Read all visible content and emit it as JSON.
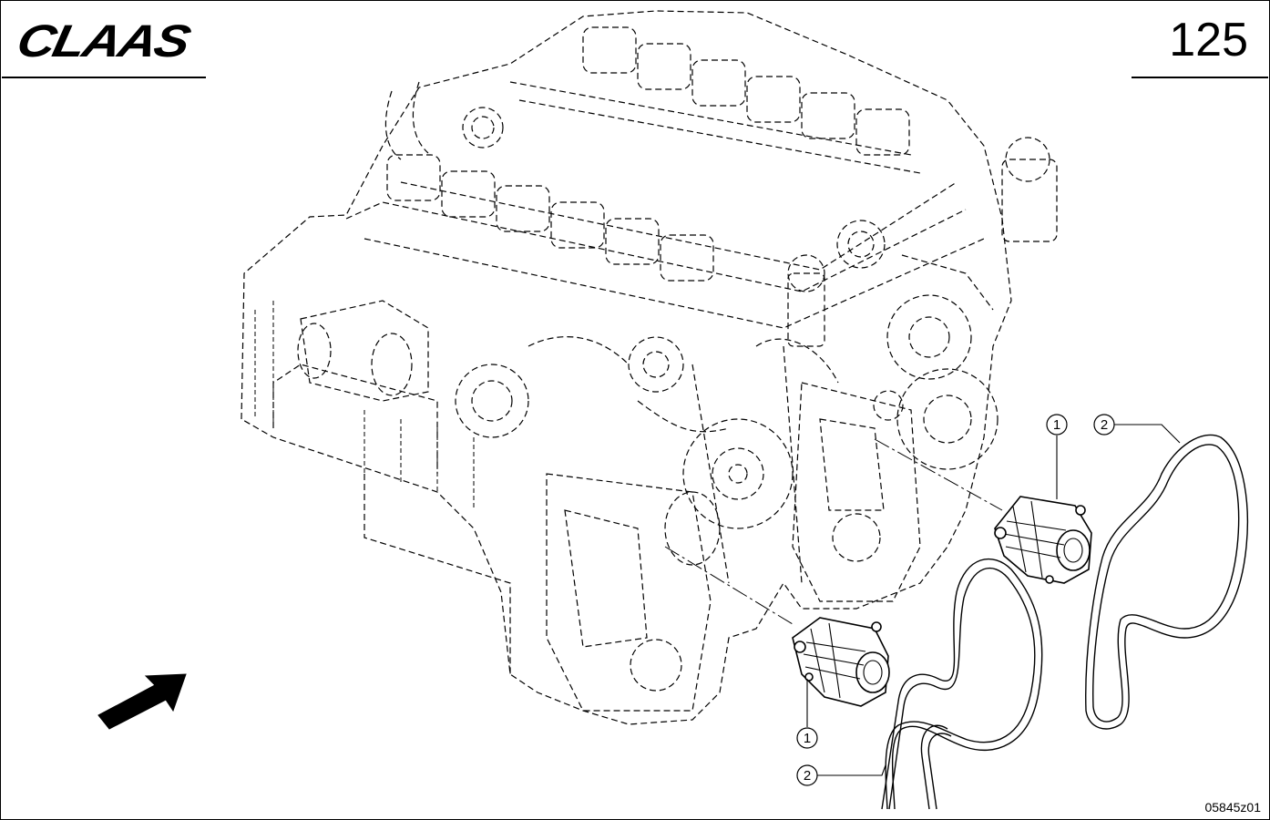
{
  "header": {
    "brand": "CLAAS",
    "page_number": "125"
  },
  "footer": {
    "drawing_id": "05845z01"
  },
  "callouts": [
    {
      "label": "1"
    },
    {
      "label": "2"
    },
    {
      "label": "1"
    },
    {
      "label": "2"
    }
  ],
  "colors": {
    "line": "#000000",
    "background": "#ffffff"
  }
}
